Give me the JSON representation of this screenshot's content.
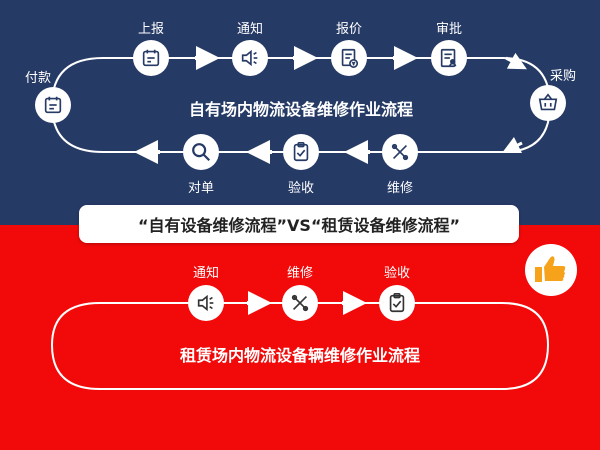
{
  "top_flow": {
    "title": "自有场内物流设备维修作业流程",
    "steps": {
      "fukuan": "付款",
      "shangbao": "上报",
      "tongzhi": "通知",
      "baojia": "报价",
      "shenpi": "审批",
      "caigou": "采购",
      "weixiu": "维修",
      "yanshou": "验收",
      "duidan": "对单"
    }
  },
  "banner": {
    "text": "“自有设备维修流程”VS“租赁设备维修流程”"
  },
  "bottom_flow": {
    "title": "租赁场内物流设备辆维修作业流程",
    "steps": {
      "tongzhi": "通知",
      "weixiu": "维修",
      "yanshou": "验收"
    }
  },
  "colors": {
    "top_bg": "#263a66",
    "bottom_bg": "#f20a0a",
    "thumb": "#f7a21b"
  },
  "icons": [
    "report-icon",
    "speaker-icon",
    "quote-icon",
    "approval-icon",
    "basket-icon",
    "tools-icon",
    "clipboard-check-icon",
    "search-icon",
    "payment-icon",
    "thumbs-up-icon"
  ]
}
